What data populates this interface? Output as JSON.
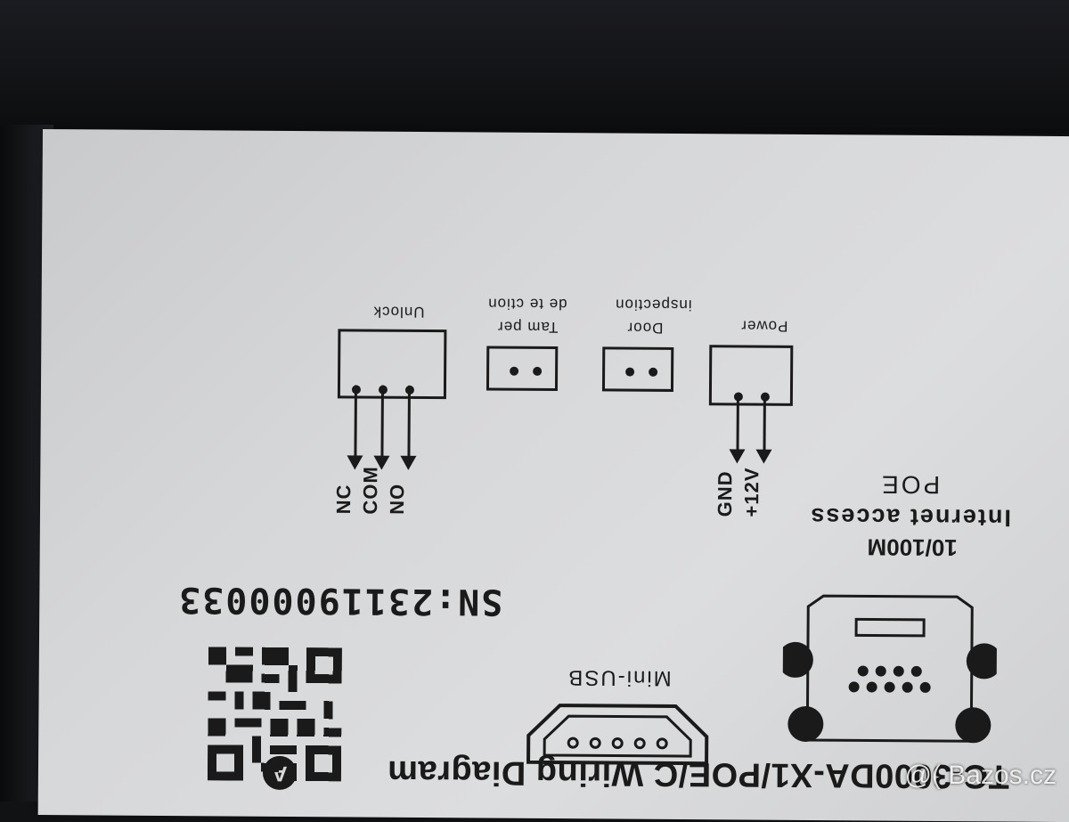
{
  "label": {
    "title": "TC-3000DA-X1/POE/C  Wiring Diagram",
    "serial": "SN:23119000033",
    "mini_usb": "Mini-USB",
    "network_speed": "10/100M",
    "internet_access": "Internet access",
    "poe": "POE",
    "power_label": "Power",
    "power_pins": [
      "+12V",
      "GND"
    ],
    "door_label": "Door",
    "door_sub": "inspection",
    "tamper_label": "Tam per",
    "tamper_sub": "de te ction",
    "unlock_label": "Unlock",
    "unlock_pins": [
      "NO",
      "COM",
      "NC"
    ],
    "logo_letter": "A"
  },
  "watermark": "@( Bazos.cz"
}
